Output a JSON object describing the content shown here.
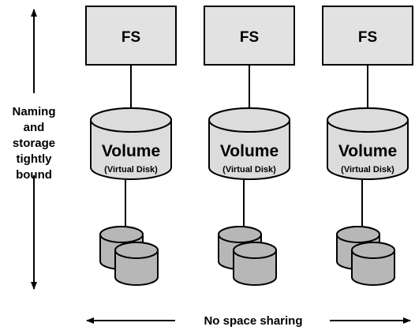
{
  "left_label": [
    "Naming",
    "and",
    "storage",
    "tightly",
    "bound"
  ],
  "bottom_label": "No space sharing",
  "stacks": [
    {
      "fs_label": "FS",
      "volume_label": "Volume",
      "volume_sublabel": "(Virtual Disk)",
      "disk_count": 2
    },
    {
      "fs_label": "FS",
      "volume_label": "Volume",
      "volume_sublabel": "(Virtual Disk)",
      "disk_count": 2
    },
    {
      "fs_label": "FS",
      "volume_label": "Volume",
      "volume_sublabel": "(Virtual Disk)",
      "disk_count": 2
    }
  ],
  "colors": {
    "fs_fill": "#e2e2e2",
    "volume_fill": "#dcdcdc",
    "disk_fill": "#b7b7b7",
    "stroke": "#000000"
  }
}
